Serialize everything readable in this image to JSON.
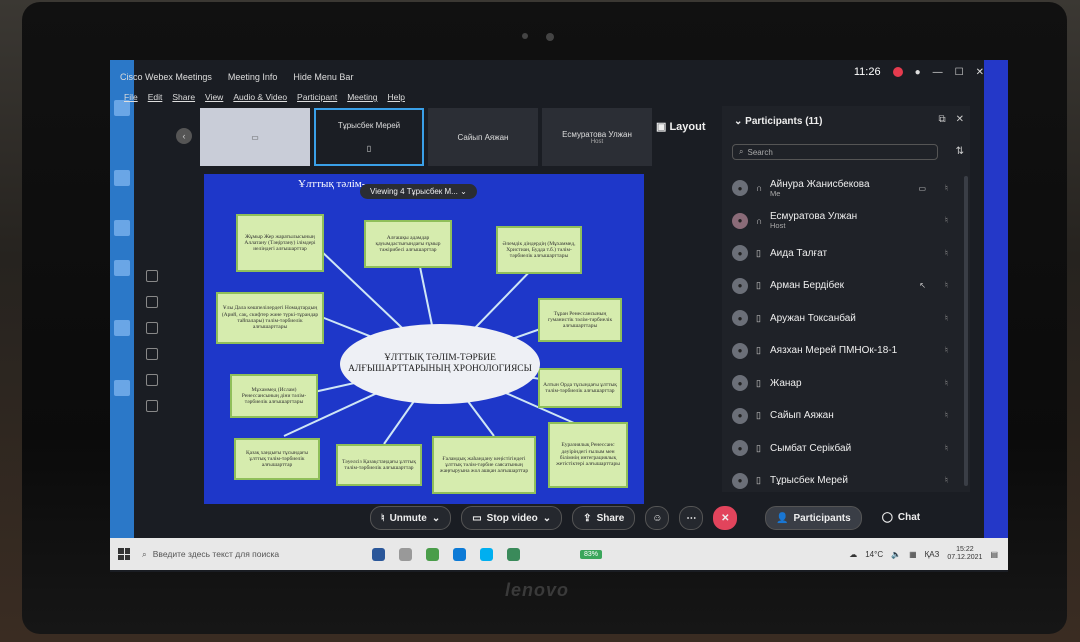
{
  "window": {
    "app_title": "Cisco Webex Meetings",
    "meeting_info": "Meeting Info",
    "hide_menu_bar": "Hide Menu Bar",
    "clock": "11:26"
  },
  "menu": [
    "File",
    "Edit",
    "Share",
    "View",
    "Audio & Video",
    "Participant",
    "Meeting",
    "Help"
  ],
  "filmstrip": [
    {
      "name": "",
      "sub": ""
    },
    {
      "name": "Тұрысбек Мерей",
      "sub": ""
    },
    {
      "name": "Сайып Аяжан",
      "sub": ""
    },
    {
      "name": "Есмуратова Улжан",
      "sub": "Host"
    }
  ],
  "layout_label": "Layout",
  "viewing_label": "Viewing 4 Тұрысбек М...",
  "slide": {
    "title": "Ұлттық тәлім-",
    "hub": "ҰЛТТЫҚ ТӘЛІМ-ТӘРБИЕ АЛҒЫШАРТТАРЫНЫҢ ХРОНОЛОГИЯСЫ",
    "boxes": [
      "Жұмыр Жер жаратылысының Аллатану (Тәңіртану) ілімдері иеліндегі алғышарттар",
      "Алғашқы адамдар қауымдастығындағы ғұмыр тәжірибесі алғышарттар",
      "Әлемдік діндердің (Мұхаммед, Христиан, Будда т.б.) тәлім-тәрбиелік алғышарттары",
      "Ұлы Дала көшпелілердегі Номадтардың (Арий, сақ, скифтер және түркі-тұрандар тайпалары) тәлім-тәрбиелік алғышарттары",
      "Тұран Ренессансының гуманистік тәлім-тәрбиелік алғышарттары",
      "Мұхаммед (Ислам) Ренессансының діни тәлім-тәрбиелік алғышарттары",
      "Алтын Орда тұсындағы ұлттық тәлім-тәрбиелік алғышарттар",
      "Қазақ хандығы тұсындағы ұлттық тәлім-тәрбиелік алғышарттар",
      "Тәуелсіз Қазақстандағы ұлттық тәлім-тәрбиелік алғышарттар",
      "Ғаламдық жаһандану кеңістігіндегі ұлттық тәлім-тәрбие саясатының жаңғыруына жол ашқан алғышарттар",
      "Еуразиялық Ренессанс дәуіріндегі ғылым мен білімнің интеграциялық жетістіктері алғышарттары"
    ]
  },
  "participants": {
    "header": "Participants (11)",
    "search_placeholder": "Search",
    "items": [
      {
        "name": "Айнура Жанисбекова",
        "role": "Me"
      },
      {
        "name": "Есмуратова Улжан",
        "role": "Host"
      },
      {
        "name": "Аида Талғат",
        "role": ""
      },
      {
        "name": "Арман Бердібек",
        "role": ""
      },
      {
        "name": "Аружан Токсанбай",
        "role": ""
      },
      {
        "name": "Аязхан Мерей ПМНОк-18-1",
        "role": ""
      },
      {
        "name": "Жанар",
        "role": ""
      },
      {
        "name": "Сайып Аяжан",
        "role": ""
      },
      {
        "name": "Сымбат Серікбай",
        "role": ""
      },
      {
        "name": "Тұрысбек Мерей",
        "role": ""
      }
    ]
  },
  "controls": {
    "unmute": "Unmute",
    "stop_video": "Stop video",
    "share": "Share",
    "participants": "Participants",
    "chat": "Chat"
  },
  "taskbar": {
    "search_placeholder": "Введите здесь текст для поиска",
    "battery": "83%",
    "temperature": "14°C",
    "lang": "ҚАЗ",
    "time": "15:22",
    "date": "07.12.2021"
  },
  "laptop_brand": "lenovo"
}
